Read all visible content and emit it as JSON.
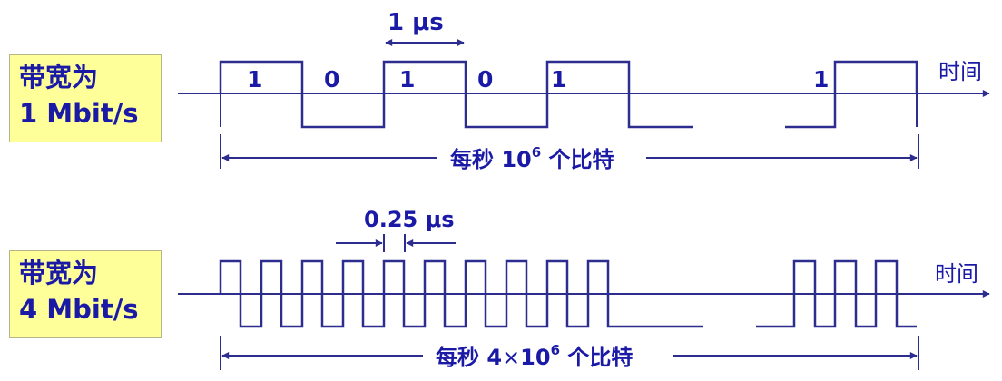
{
  "colors": {
    "signal": "#2d2d8f",
    "label_bg": "#ffff99",
    "text": "#1a1aa6"
  },
  "top": {
    "box_line1": "带宽为",
    "box_line2": "1 Mbit/s",
    "interval_label": "1 μs",
    "bits": [
      "1",
      "0",
      "1",
      "0",
      "1",
      "1"
    ],
    "time_label": "时间",
    "span_prefix": "每秒 10",
    "span_exp": "6",
    "span_suffix": " 个比特"
  },
  "bottom": {
    "box_line1": "带宽为",
    "box_line2": "4 Mbit/s",
    "interval_label": "0.25 μs",
    "time_label": "时间",
    "span_prefix": "每秒 4",
    "span_times": "×",
    "span_mid": "10",
    "span_exp": "6",
    "span_suffix": " 个比特"
  }
}
